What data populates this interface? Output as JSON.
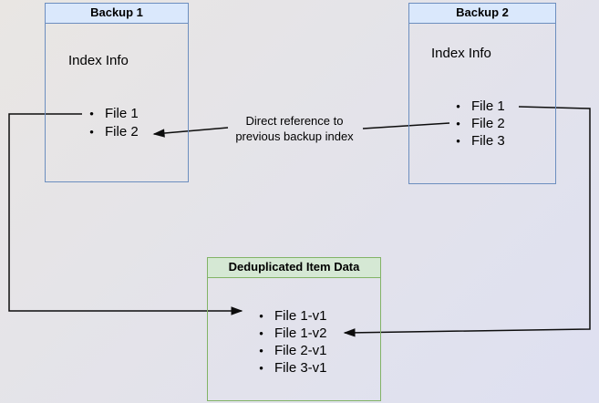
{
  "diagram": {
    "backup1": {
      "title": "Backup 1",
      "section": "Index Info",
      "files": [
        "File 1",
        "File 2"
      ]
    },
    "backup2": {
      "title": "Backup 2",
      "section": "Index Info",
      "files": [
        "File 1",
        "File 2",
        "File 3"
      ]
    },
    "dedup": {
      "title": "Deduplicated Item Data",
      "files": [
        "File 1-v1",
        "File 1-v2",
        "File 2-v1",
        "File 3-v1"
      ]
    },
    "annotation": {
      "line1": "Direct reference to",
      "line2": "previous backup index"
    },
    "bullet_glyph": "•"
  },
  "colors": {
    "blue-fill": "#dae8fc",
    "blue-stroke": "#6c8ebf",
    "green-fill": "#d5e8d4",
    "green-stroke": "#82b366",
    "arrow": "#0d0d0d",
    "bg-start": "#e9e6e3",
    "bg-end": "#dee0f1"
  }
}
